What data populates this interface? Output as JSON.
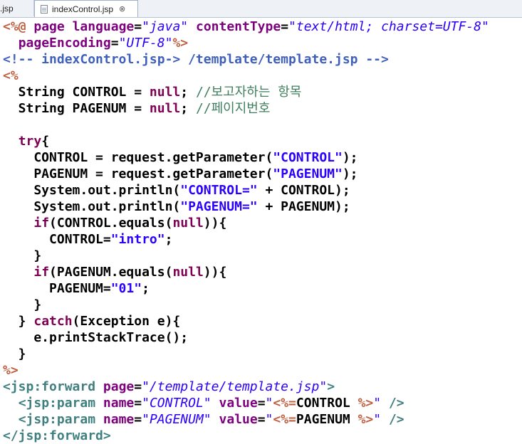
{
  "tabs": {
    "previous": ".jsp",
    "active": "indexControl.jsp",
    "close_glyph": "⊗"
  },
  "colors": {
    "jsp_delimiter": "#bf5f3f",
    "tag_name": "#3f7f7f",
    "attribute": "#7f007f",
    "attribute_value": "#2a00ff",
    "keyword": "#7f0055",
    "string": "#2a00ff",
    "comment": "#3f7f5f",
    "html_comment": "#3f5fbf"
  },
  "code": [
    [
      [
        "del",
        "<%@ "
      ],
      [
        "attr",
        "page"
      ],
      [
        "txt",
        " "
      ],
      [
        "attr",
        "language"
      ],
      [
        "txt",
        "="
      ],
      [
        "val",
        "\"java\""
      ],
      [
        "txt",
        " "
      ],
      [
        "attr",
        "contentType"
      ],
      [
        "txt",
        "="
      ],
      [
        "val",
        "\"text/html; charset=UTF-8\""
      ]
    ],
    [
      [
        "txt",
        "  "
      ],
      [
        "attr",
        "pageEncoding"
      ],
      [
        "txt",
        "="
      ],
      [
        "val",
        "\"UTF-8\""
      ],
      [
        "del",
        "%>"
      ]
    ],
    [
      [
        "hcm",
        "<!-- indexControl.jsp-> /template/template.jsp -->"
      ]
    ],
    [
      [
        "del",
        "<%"
      ]
    ],
    [
      [
        "txt",
        "  String CONTROL = "
      ],
      [
        "kw",
        "null"
      ],
      [
        "txt",
        "; "
      ],
      [
        "cmt",
        "//보고자하는 항목"
      ]
    ],
    [
      [
        "txt",
        "  String PAGENUM = "
      ],
      [
        "kw",
        "null"
      ],
      [
        "txt",
        "; "
      ],
      [
        "cmt",
        "//페이지번호"
      ]
    ],
    [],
    [
      [
        "txt",
        "  "
      ],
      [
        "kw",
        "try"
      ],
      [
        "txt",
        "{"
      ]
    ],
    [
      [
        "txt",
        "    CONTROL = request.getParameter("
      ],
      [
        "str",
        "\"CONTROL\""
      ],
      [
        "txt",
        ");"
      ]
    ],
    [
      [
        "txt",
        "    PAGENUM = request.getParameter("
      ],
      [
        "str",
        "\"PAGENUM\""
      ],
      [
        "txt",
        ");"
      ]
    ],
    [
      [
        "txt",
        "    System.out.println("
      ],
      [
        "str",
        "\"CONTROL=\""
      ],
      [
        "txt",
        " + CONTROL);"
      ]
    ],
    [
      [
        "txt",
        "    System.out.println("
      ],
      [
        "str",
        "\"PAGENUM=\""
      ],
      [
        "txt",
        " + PAGENUM);"
      ]
    ],
    [
      [
        "txt",
        "    "
      ],
      [
        "kw",
        "if"
      ],
      [
        "txt",
        "(CONTROL.equals("
      ],
      [
        "kw",
        "null"
      ],
      [
        "txt",
        ")){"
      ]
    ],
    [
      [
        "txt",
        "      CONTROL="
      ],
      [
        "str",
        "\"intro\""
      ],
      [
        "txt",
        ";"
      ]
    ],
    [
      [
        "txt",
        "    }"
      ]
    ],
    [
      [
        "txt",
        "    "
      ],
      [
        "kw",
        "if"
      ],
      [
        "txt",
        "(PAGENUM.equals("
      ],
      [
        "kw",
        "null"
      ],
      [
        "txt",
        ")){"
      ]
    ],
    [
      [
        "txt",
        "      PAGENUM="
      ],
      [
        "str",
        "\"01\""
      ],
      [
        "txt",
        ";"
      ]
    ],
    [
      [
        "txt",
        "    }"
      ]
    ],
    [
      [
        "txt",
        "  } "
      ],
      [
        "kw",
        "catch"
      ],
      [
        "txt",
        "(Exception e){"
      ]
    ],
    [
      [
        "txt",
        "    e.printStackTrace();"
      ]
    ],
    [
      [
        "txt",
        "  }"
      ]
    ],
    [
      [
        "del",
        "%>"
      ]
    ],
    [
      [
        "tag",
        "<jsp:forward"
      ],
      [
        "txt",
        " "
      ],
      [
        "attr",
        "page"
      ],
      [
        "txt",
        "="
      ],
      [
        "val",
        "\"/template/template.jsp\""
      ],
      [
        "tag",
        ">"
      ]
    ],
    [
      [
        "txt",
        "  "
      ],
      [
        "tag",
        "<jsp:param"
      ],
      [
        "txt",
        " "
      ],
      [
        "attr",
        "name"
      ],
      [
        "txt",
        "="
      ],
      [
        "val",
        "\"CONTROL\""
      ],
      [
        "txt",
        " "
      ],
      [
        "attr",
        "value"
      ],
      [
        "txt",
        "="
      ],
      [
        "val",
        "\""
      ],
      [
        "del",
        "<%="
      ],
      [
        "txt",
        "CONTROL "
      ],
      [
        "del",
        "%>"
      ],
      [
        "val",
        "\""
      ],
      [
        "txt",
        " "
      ],
      [
        "tag",
        "/>"
      ]
    ],
    [
      [
        "txt",
        "  "
      ],
      [
        "tag",
        "<jsp:param"
      ],
      [
        "txt",
        " "
      ],
      [
        "attr",
        "name"
      ],
      [
        "txt",
        "="
      ],
      [
        "val",
        "\"PAGENUM\""
      ],
      [
        "txt",
        " "
      ],
      [
        "attr",
        "value"
      ],
      [
        "txt",
        "="
      ],
      [
        "val",
        "\""
      ],
      [
        "del",
        "<%="
      ],
      [
        "txt",
        "PAGENUM "
      ],
      [
        "del",
        "%>"
      ],
      [
        "val",
        "\""
      ],
      [
        "txt",
        " "
      ],
      [
        "tag",
        "/>"
      ]
    ],
    [
      [
        "tag",
        "</jsp:forward>"
      ]
    ]
  ]
}
